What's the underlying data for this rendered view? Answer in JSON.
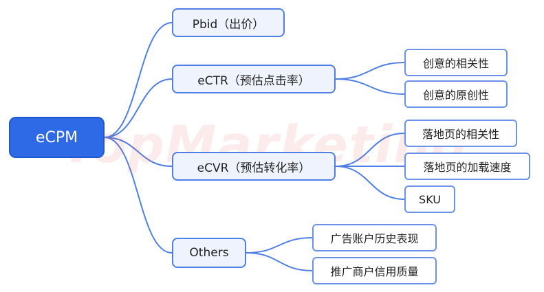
{
  "watermark": {
    "text": "TopMarketing"
  },
  "mindmap": {
    "root": "eCPM",
    "branches": [
      {
        "label": "Pbid（出价）",
        "children": []
      },
      {
        "label": "eCTR（预估点击率）",
        "children": [
          "创意的相关性",
          "创意的原创性"
        ]
      },
      {
        "label": "eCVR（预估转化率）",
        "children": [
          "落地页的相关性",
          "落地页的加载速度",
          "SKU"
        ]
      },
      {
        "label": "Others",
        "children": [
          "广告账户历史表现",
          "推广商户信用质量"
        ]
      }
    ]
  },
  "colors": {
    "connector": "#4f7fe6",
    "root_fill": "#2f6ae6",
    "node_fill": "#eef3fd",
    "node_border": "#4f7fe6",
    "watermark": "#e84a4a"
  }
}
